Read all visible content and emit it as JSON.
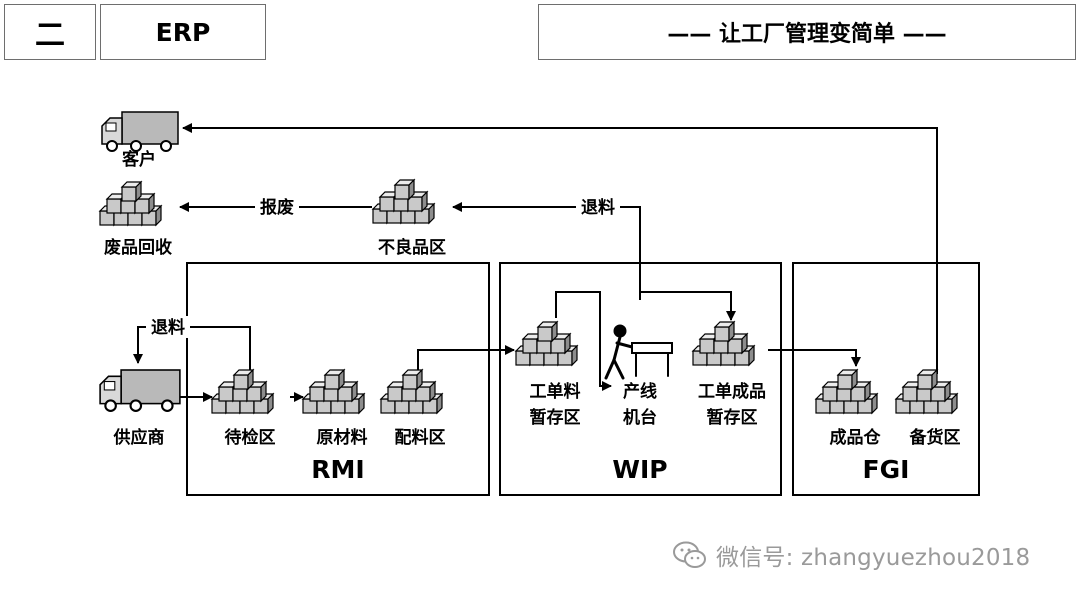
{
  "header": {
    "section_number": "二",
    "section_title": "ERP",
    "slogan": "—— 让工厂管理变简单 ——"
  },
  "nodes": {
    "customer": "客户",
    "scrap_recycle": "废品回收",
    "defect_area": "不良品区",
    "supplier": "供应商",
    "inspection_area": "待检区",
    "raw_material": "原材料",
    "kitting_area": "配料区",
    "wo_material_line1": "工单料",
    "wo_material_line2": "暂存区",
    "machine_line1": "产线",
    "machine_line2": "机台",
    "wo_product_line1": "工单成品",
    "wo_product_line2": "暂存区",
    "finished_warehouse": "成品仓",
    "staging_area": "备货区"
  },
  "flows": {
    "scrap": "报废",
    "return_defect": "退料",
    "return_supplier": "退料"
  },
  "zones": {
    "rmi": "RMI",
    "wip": "WIP",
    "fgi": "FGI"
  },
  "watermark": {
    "icon": "wechat-icon",
    "text": "微信号: zhangyuezhou2018"
  }
}
